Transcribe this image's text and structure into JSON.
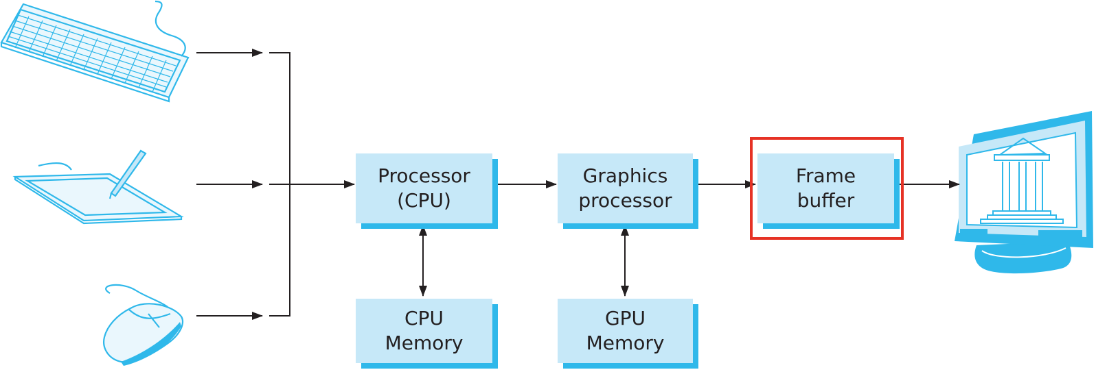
{
  "blocks": {
    "cpu": {
      "line1": "Processor",
      "line2": "(CPU)"
    },
    "gpu": {
      "line1": "Graphics",
      "line2": "processor"
    },
    "frame_buffer": {
      "line1": "Frame",
      "line2": "buffer"
    },
    "cpu_memory": {
      "line1": "CPU",
      "line2": "Memory"
    },
    "gpu_memory": {
      "line1": "GPU",
      "line2": "Memory"
    }
  },
  "devices": {
    "inputs": [
      "keyboard-icon",
      "graphics-tablet-icon",
      "mouse-icon"
    ],
    "output": "monitor-icon"
  },
  "highlighted_block": "frame_buffer",
  "colors": {
    "block_fill": "#c6e8f8",
    "block_shadow": "#2fb8ea",
    "icon_stroke": "#2fb8ea",
    "arrow": "#231f20",
    "highlight": "#e63225"
  }
}
